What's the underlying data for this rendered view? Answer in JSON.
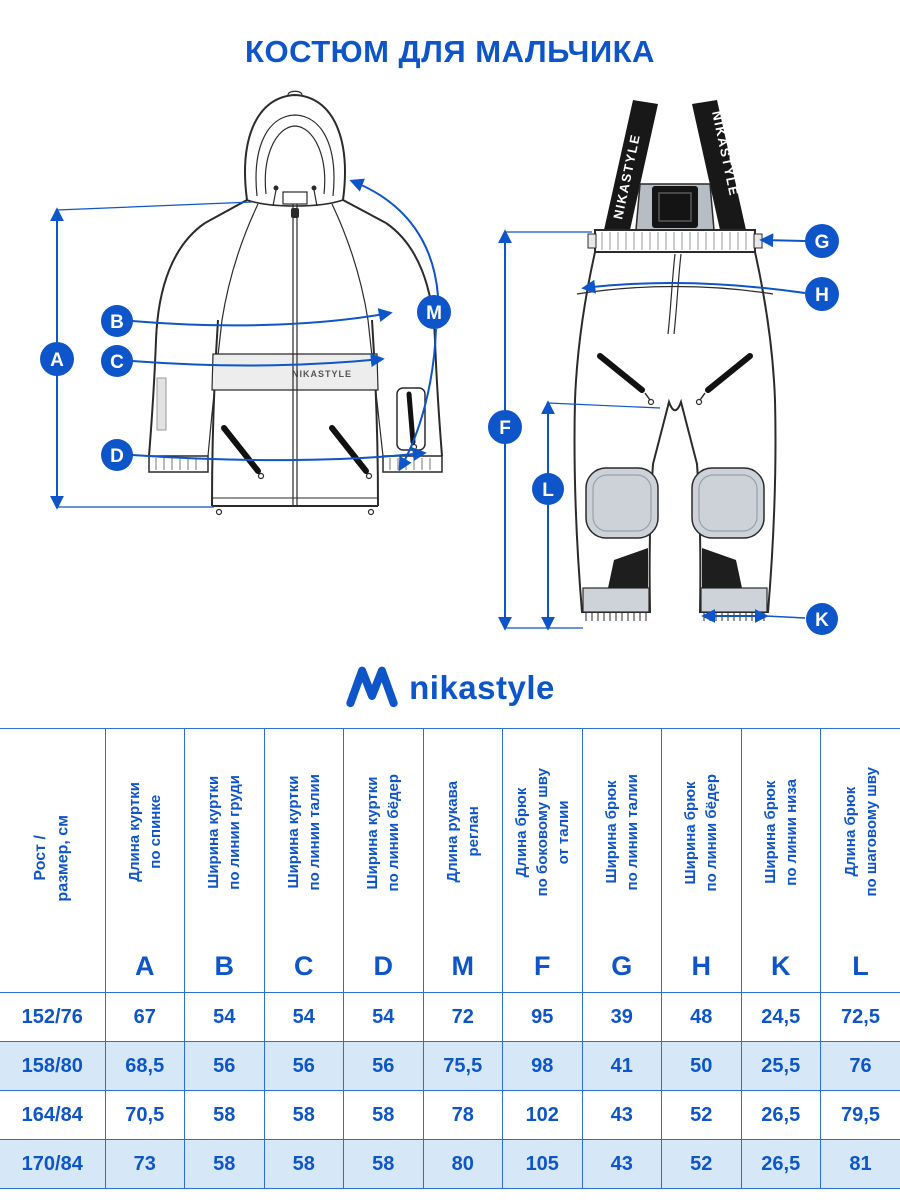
{
  "title": "КОСТЮМ ДЛЯ МАЛЬЧИКА",
  "logo": {
    "text": "nikastyle"
  },
  "colors": {
    "accent": "#0d55c8",
    "row_alt": "#d6e8f8",
    "table_border": "#2a6fd2"
  },
  "diagram": {
    "jacket_markers": [
      "A",
      "B",
      "C",
      "D",
      "M"
    ],
    "pants_markers": [
      "G",
      "H",
      "F",
      "L",
      "K"
    ],
    "garment_label": "NIKASTYLE",
    "strap_text": "NIKASTYLE"
  },
  "size_table": {
    "first_col_header": "Рост /\nразмер, см",
    "columns": [
      {
        "letter": "A",
        "label": "Длина куртки\nпо спинке"
      },
      {
        "letter": "B",
        "label": "Ширина куртки\nпо линии груди"
      },
      {
        "letter": "C",
        "label": "Ширина куртки\nпо линии талии"
      },
      {
        "letter": "D",
        "label": "Ширина куртки\nпо линии бёдер"
      },
      {
        "letter": "M",
        "label": "Длина  рукава\nреглан"
      },
      {
        "letter": "F",
        "label": "Длина брюк\nпо боковому шву\nот талии"
      },
      {
        "letter": "G",
        "label": "Ширина брюк\nпо линии талии"
      },
      {
        "letter": "H",
        "label": "Ширина брюк\nпо линии бёдер"
      },
      {
        "letter": "K",
        "label": "Ширина брюк\nпо линии низа"
      },
      {
        "letter": "L",
        "label": "Длина брюк\nпо шаговому шву"
      }
    ],
    "rows": [
      {
        "size": "152/76",
        "values": [
          "67",
          "54",
          "54",
          "54",
          "72",
          "95",
          "39",
          "48",
          "24,5",
          "72,5"
        ]
      },
      {
        "size": "158/80",
        "values": [
          "68,5",
          "56",
          "56",
          "56",
          "75,5",
          "98",
          "41",
          "50",
          "25,5",
          "76"
        ]
      },
      {
        "size": "164/84",
        "values": [
          "70,5",
          "58",
          "58",
          "58",
          "78",
          "102",
          "43",
          "52",
          "26,5",
          "79,5"
        ]
      },
      {
        "size": "170/84",
        "values": [
          "73",
          "58",
          "58",
          "58",
          "80",
          "105",
          "43",
          "52",
          "26,5",
          "81"
        ]
      }
    ]
  }
}
